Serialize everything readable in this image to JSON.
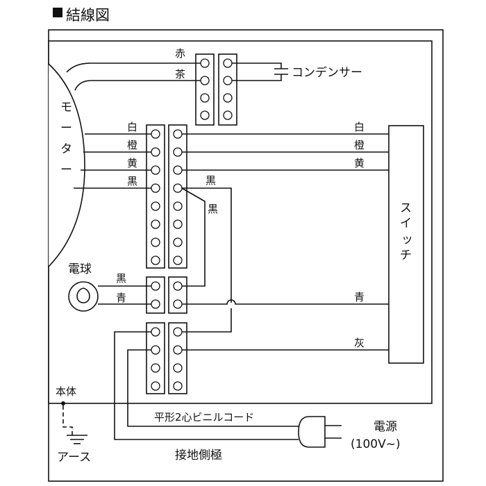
{
  "title": "結線図",
  "motor": {
    "label_chars": [
      "モ",
      "ー",
      "タ",
      "ー"
    ]
  },
  "capacitor": {
    "label": "コンデンサー",
    "wire_labels": [
      "赤",
      "茶"
    ]
  },
  "motor_wires": [
    "白",
    "橙",
    "黄",
    "黒"
  ],
  "black_jumper": [
    "黒",
    "黒"
  ],
  "switch": {
    "label_chars": [
      "ス",
      "イ",
      "ッ",
      "チ"
    ],
    "wire_labels": [
      "白",
      "橙",
      "黄",
      "青",
      "灰"
    ]
  },
  "lamp": {
    "label": "電球",
    "wire_labels": [
      "黒",
      "青"
    ]
  },
  "body_label": "本体",
  "earth_label": "アース",
  "cord_label": "平形2心ビニルコード",
  "ground_pole_label": "接地側極",
  "power": {
    "label": "電源",
    "voltage": "(100V~)"
  }
}
